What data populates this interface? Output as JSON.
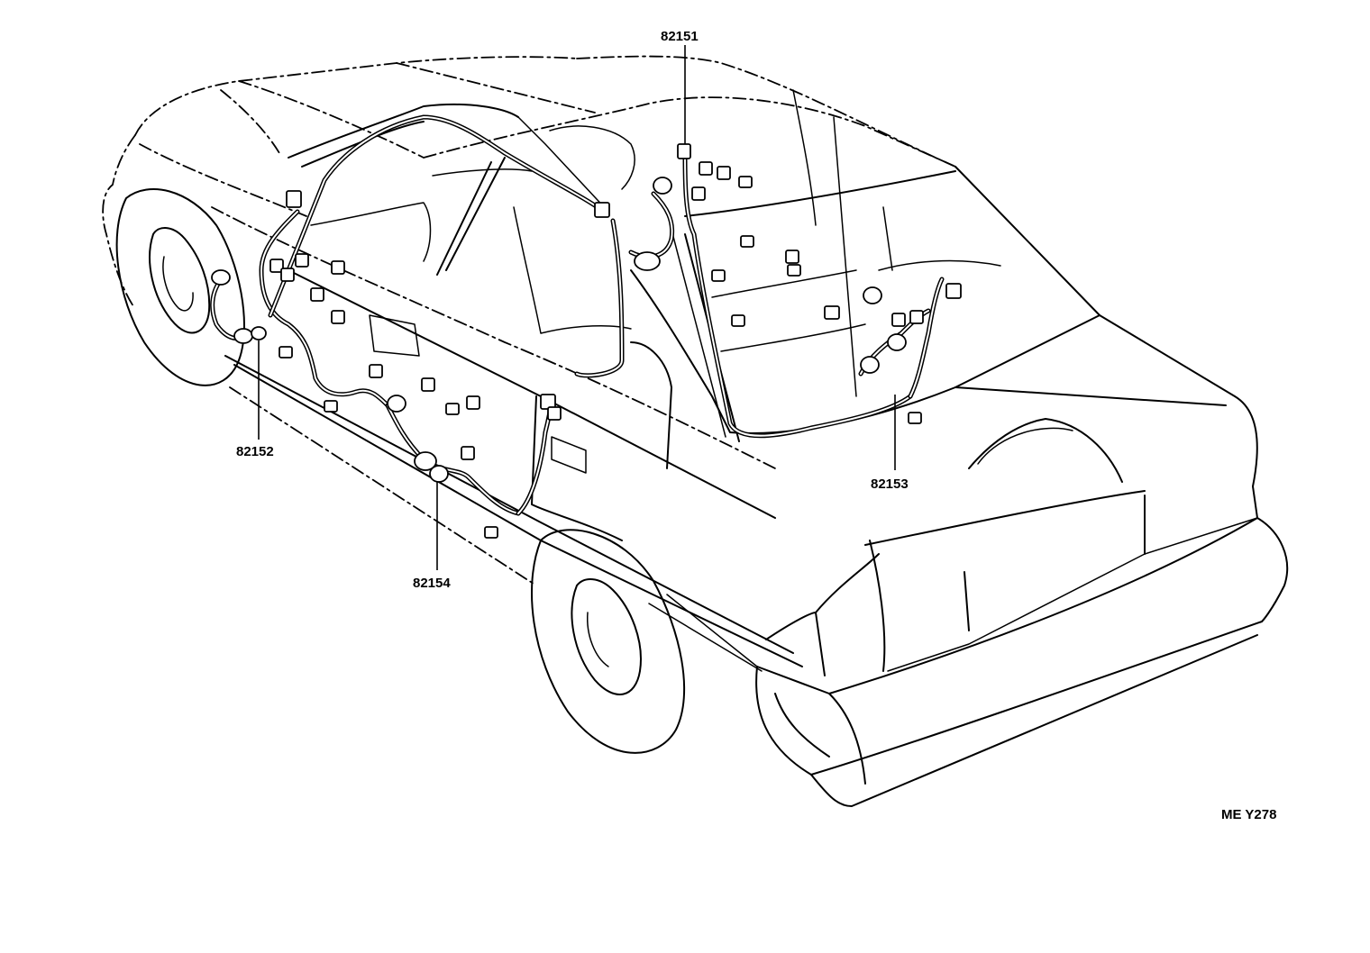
{
  "callouts": [
    {
      "id": "c1",
      "label": "82151"
    },
    {
      "id": "c2",
      "label": "82152"
    },
    {
      "id": "c3",
      "label": "82153"
    },
    {
      "id": "c4",
      "label": "82154"
    }
  ],
  "figure_code": "ME Y278"
}
